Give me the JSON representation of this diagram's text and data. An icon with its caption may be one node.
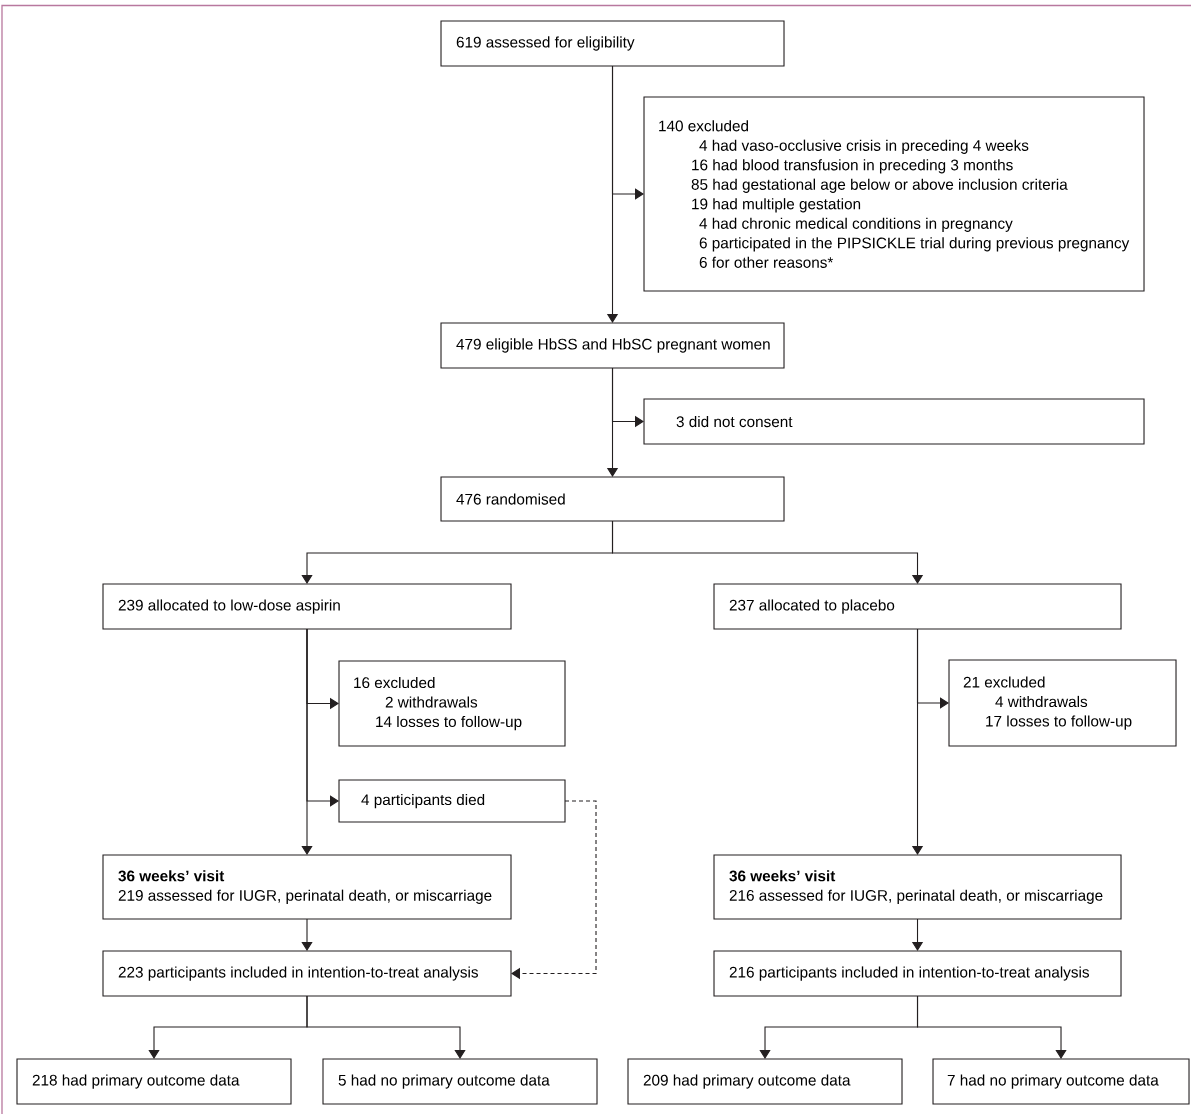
{
  "diagram": {
    "nodes": [
      {
        "text": [
          "619 assessed for eligibility"
        ]
      },
      {
        "text": [
          "140 excluded",
          "4 had vaso-occlusive crisis in preceding 4 weeks",
          "16 had blood transfusion in preceding 3 months",
          "85 had gestational age below or above inclusion criteria",
          "19 had multiple gestation",
          "4 had chronic medical conditions in pregnancy",
          "6 participated in the PIPSICKLE trial during previous pregnancy",
          "6 for other reasons*"
        ]
      },
      {
        "text": [
          "479 eligible HbSS and HbSC pregnant women"
        ]
      },
      {
        "text": [
          "3 did not consent"
        ]
      },
      {
        "text": [
          "476 randomised"
        ]
      },
      {
        "text": [
          "239 allocated to low-dose aspirin"
        ]
      },
      {
        "text": [
          "237 allocated to placebo"
        ]
      },
      {
        "text": [
          "16 excluded",
          "2 withdrawals",
          "14 losses to follow-up"
        ]
      },
      {
        "text": [
          "21 excluded",
          "4 withdrawals",
          "17 losses to follow-up"
        ]
      },
      {
        "text": [
          "4 participants died"
        ]
      },
      {
        "text": [
          "36 weeks’ visit",
          "219 assessed for IUGR, perinatal death, or miscarriage"
        ]
      },
      {
        "text": [
          "36 weeks’ visit",
          "216 assessed for IUGR, perinatal death, or miscarriage"
        ]
      },
      {
        "text": [
          "223 participants included in intention-to-treat analysis"
        ]
      },
      {
        "text": [
          "216 participants included in intention-to-treat analysis"
        ]
      },
      {
        "text": [
          "218 had primary outcome data"
        ]
      },
      {
        "text": [
          "5 had no primary outcome data"
        ]
      },
      {
        "text": [
          "209 had primary outcome data"
        ]
      },
      {
        "text": [
          "7 had no primary outcome data"
        ]
      }
    ],
    "edges": [
      {
        "from": 0,
        "to": 2,
        "arrow": "to"
      },
      {
        "from": 0,
        "to": 1,
        "arrow": "to"
      },
      {
        "from": 2,
        "to": 4,
        "arrow": "to"
      },
      {
        "from": 2,
        "to": 3,
        "arrow": "to"
      },
      {
        "from": 4,
        "to": 5,
        "arrow": "to"
      },
      {
        "from": 4,
        "to": 6,
        "arrow": "to"
      },
      {
        "from": 5,
        "to": 10,
        "arrow": "to"
      },
      {
        "from": 5,
        "to": 7,
        "arrow": "to"
      },
      {
        "from": 5,
        "to": 9,
        "arrow": "to"
      },
      {
        "from": 6,
        "to": 11,
        "arrow": "to"
      },
      {
        "from": 6,
        "to": 8,
        "arrow": "to"
      },
      {
        "from": 10,
        "to": 12,
        "arrow": "to"
      },
      {
        "from": 11,
        "to": 13,
        "arrow": "to"
      },
      {
        "from": 9,
        "to": 12,
        "arrow": "to",
        "style": "dashed"
      },
      {
        "from": 12,
        "to": 14,
        "arrow": "to"
      },
      {
        "from": 12,
        "to": 15,
        "arrow": "to"
      },
      {
        "from": 13,
        "to": 16,
        "arrow": "to"
      },
      {
        "from": 13,
        "to": 17,
        "arrow": "to"
      }
    ]
  }
}
